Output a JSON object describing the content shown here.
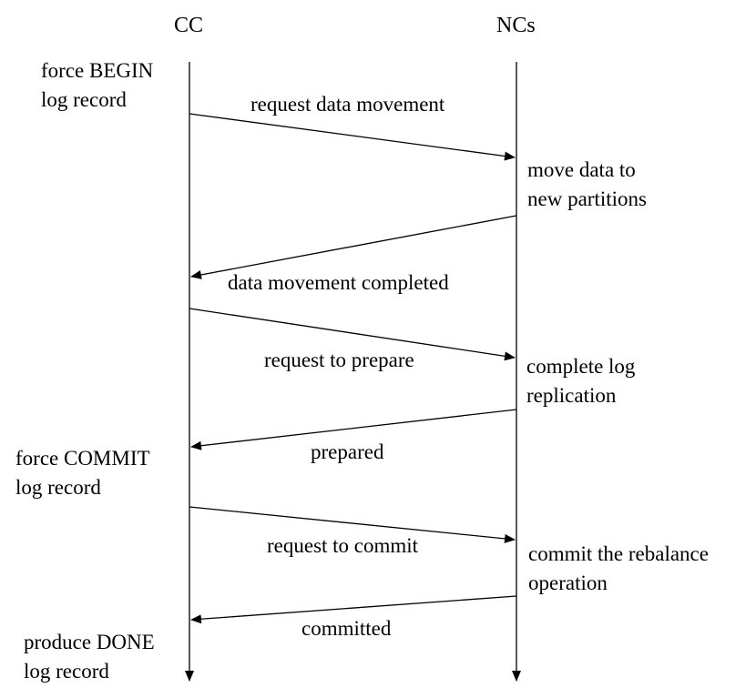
{
  "lanes": {
    "left": "CC",
    "right": "NCs"
  },
  "notes": {
    "begin": "force BEGIN\nlog record",
    "move": "move data to\nnew partitions",
    "replicate": "complete log\nreplication",
    "commit_record": "force COMMIT\nlog record",
    "commit_op": "commit the rebalance\noperation",
    "done": "produce DONE\nlog record"
  },
  "messages": [
    {
      "label": "request data movement",
      "direction": "right"
    },
    {
      "label": "data movement completed",
      "direction": "left"
    },
    {
      "label": "request to prepare",
      "direction": "right"
    },
    {
      "label": "prepared",
      "direction": "left"
    },
    {
      "label": "request to commit",
      "direction": "right"
    },
    {
      "label": "committed",
      "direction": "left"
    }
  ]
}
